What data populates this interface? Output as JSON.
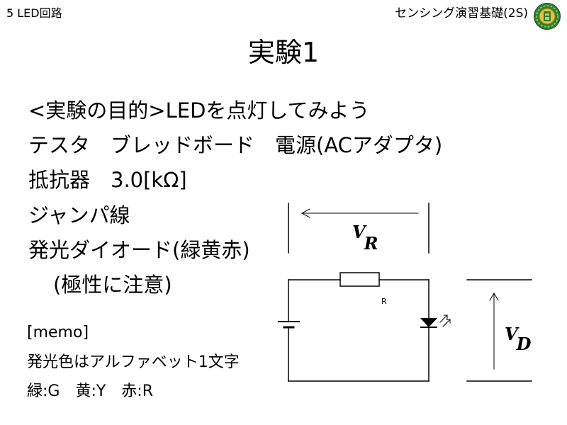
{
  "header": {
    "section": "5 LED回路",
    "course": "センシング演習基礎(2S)",
    "emblem_icon": "school-emblem-icon"
  },
  "slide": {
    "title": "実験1",
    "items": [
      "<実験の目的>LEDを点灯してみよう",
      "テスタ　ブレッドボード　電源(ACアダプタ)",
      "抵抗器　3.0[kΩ]",
      "ジャンパ線",
      "発光ダイオード(緑黄赤)",
      "(極性に注意)"
    ],
    "memo": {
      "heading": "[memo]",
      "lines": [
        "発光色はアルファベット1文字",
        "緑:G　黄:Y　赤:R"
      ]
    }
  },
  "diagram": {
    "vr_label": {
      "main": "V",
      "sub": "R"
    },
    "vd_label": {
      "main": "V",
      "sub": "D"
    },
    "resistor_label": "R"
  },
  "colors": {
    "background": "#ffffff",
    "text": "#000000",
    "emblem_green": "#2e7d32",
    "emblem_gold": "#e0c14a"
  }
}
